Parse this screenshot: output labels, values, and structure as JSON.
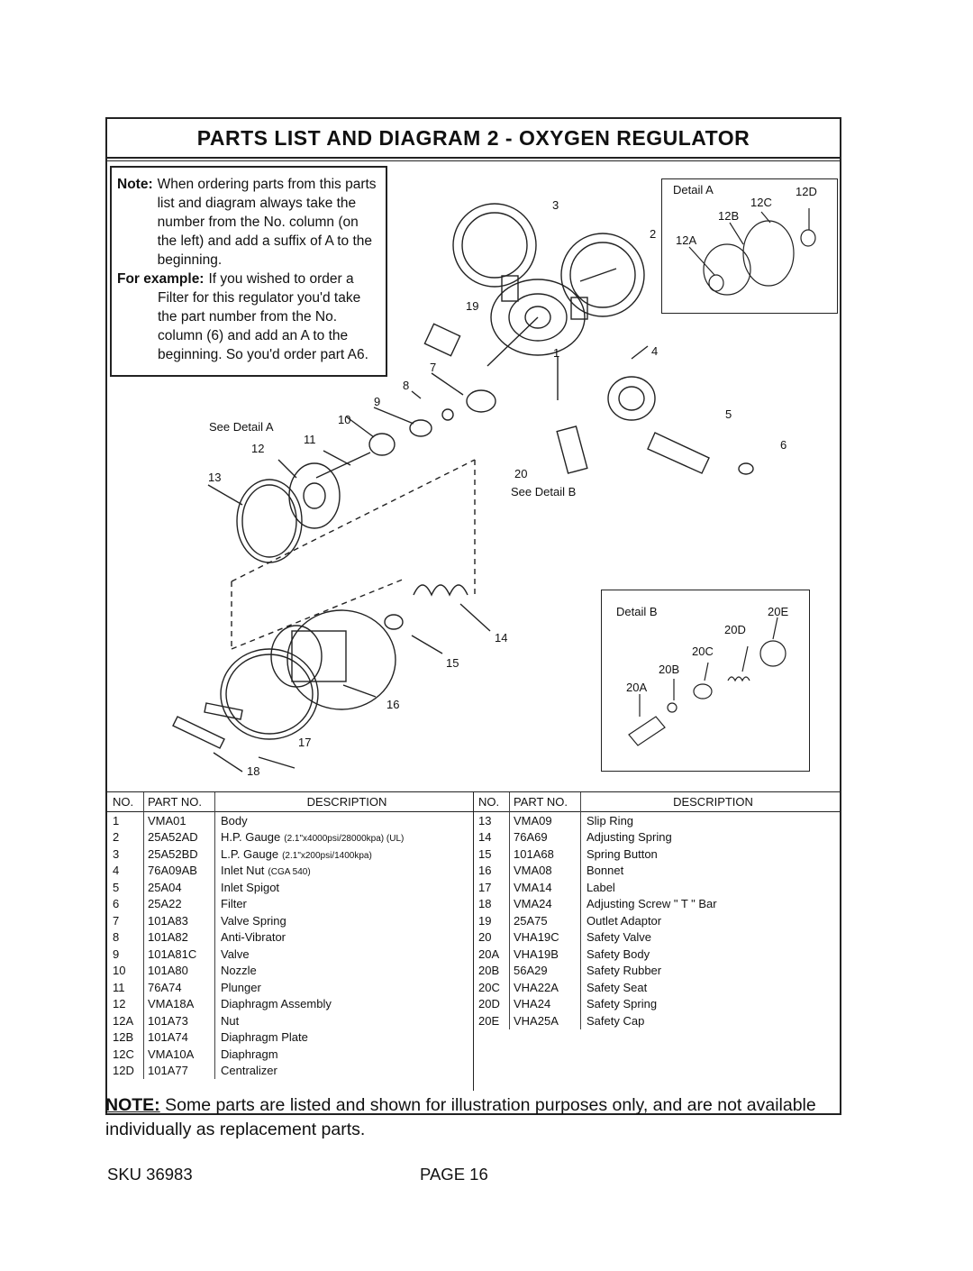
{
  "title": "PARTS LIST AND DIAGRAM 2 - OXYGEN REGULATOR",
  "note_box": {
    "note_label": "Note:",
    "note_text": "When ordering parts from this parts list and diagram always take the number from the No. column (on the left) and add a suffix of A to the beginning.",
    "example_label": "For example:",
    "example_line1": "If you wished to order a",
    "example_rest": "Filter for this regulator you'd take the part number from the No. column (6) and add an A to the beginning. So you'd order part A6."
  },
  "diagram": {
    "labels": [
      "1",
      "2",
      "3",
      "4",
      "5",
      "6",
      "7",
      "8",
      "9",
      "10",
      "11",
      "12",
      "13",
      "14",
      "15",
      "16",
      "17",
      "18",
      "19",
      "20"
    ],
    "see_detail_a": "See Detail A",
    "see_detail_b": "See Detail B",
    "detail_a": {
      "title": "Detail A",
      "labels": [
        "12A",
        "12B",
        "12C",
        "12D"
      ]
    },
    "detail_b": {
      "title": "Detail B",
      "labels": [
        "20A",
        "20B",
        "20C",
        "20D",
        "20E"
      ]
    }
  },
  "table": {
    "headers": {
      "no": "NO.",
      "part": "PART NO.",
      "desc": "DESCRIPTION"
    },
    "left": [
      {
        "no": "1",
        "part": "VMA01",
        "desc": "Body",
        "spec": ""
      },
      {
        "no": "2",
        "part": "25A52AD",
        "desc": "H.P. Gauge",
        "spec": "(2.1\"x4000psi/28000kpa) (UL)"
      },
      {
        "no": "3",
        "part": "25A52BD",
        "desc": "L.P. Gauge",
        "spec": "(2.1\"x200psi/1400kpa)"
      },
      {
        "no": "4",
        "part": "76A09AB",
        "desc": "Inlet Nut",
        "spec": "(CGA 540)"
      },
      {
        "no": "5",
        "part": "25A04",
        "desc": "Inlet Spigot",
        "spec": ""
      },
      {
        "no": "6",
        "part": "25A22",
        "desc": "Filter",
        "spec": ""
      },
      {
        "no": "7",
        "part": "101A83",
        "desc": "Valve Spring",
        "spec": ""
      },
      {
        "no": "8",
        "part": "101A82",
        "desc": "Anti-Vibrator",
        "spec": ""
      },
      {
        "no": "9",
        "part": "101A81C",
        "desc": "Valve",
        "spec": ""
      },
      {
        "no": "10",
        "part": "101A80",
        "desc": "Nozzle",
        "spec": ""
      },
      {
        "no": "11",
        "part": "76A74",
        "desc": "Plunger",
        "spec": ""
      },
      {
        "no": "12",
        "part": "VMA18A",
        "desc": "Diaphragm Assembly",
        "spec": ""
      },
      {
        "no": "12A",
        "part": "101A73",
        "desc": "Nut",
        "spec": ""
      },
      {
        "no": "12B",
        "part": "101A74",
        "desc": "Diaphragm Plate",
        "spec": ""
      },
      {
        "no": "12C",
        "part": "VMA10A",
        "desc": "Diaphragm",
        "spec": ""
      },
      {
        "no": "12D",
        "part": "101A77",
        "desc": "Centralizer",
        "spec": ""
      }
    ],
    "right": [
      {
        "no": "13",
        "part": "VMA09",
        "desc": "Slip Ring"
      },
      {
        "no": "14",
        "part": "76A69",
        "desc": "Adjusting Spring"
      },
      {
        "no": "15",
        "part": "101A68",
        "desc": "Spring Button"
      },
      {
        "no": "16",
        "part": "VMA08",
        "desc": "Bonnet"
      },
      {
        "no": "17",
        "part": "VMA14",
        "desc": "Label"
      },
      {
        "no": "18",
        "part": "VMA24",
        "desc": "Adjusting Screw \" T \" Bar"
      },
      {
        "no": "19",
        "part": "25A75",
        "desc": "Outlet Adaptor"
      },
      {
        "no": "20",
        "part": "VHA19C",
        "desc": "Safety Valve"
      },
      {
        "no": "20A",
        "part": "VHA19B",
        "desc": "Safety Body"
      },
      {
        "no": "20B",
        "part": "56A29",
        "desc": "Safety Rubber"
      },
      {
        "no": "20C",
        "part": "VHA22A",
        "desc": "Safety Seat"
      },
      {
        "no": "20D",
        "part": "VHA24",
        "desc": "Safety Spring"
      },
      {
        "no": "20E",
        "part": "VHA25A",
        "desc": "Safety Cap"
      }
    ]
  },
  "footnote": {
    "label": "NOTE:",
    "text": "Some parts are listed and shown for illustration purposes only, and are not available individually as replacement parts."
  },
  "footer": {
    "sku": "SKU 36983",
    "page": "PAGE 16"
  }
}
